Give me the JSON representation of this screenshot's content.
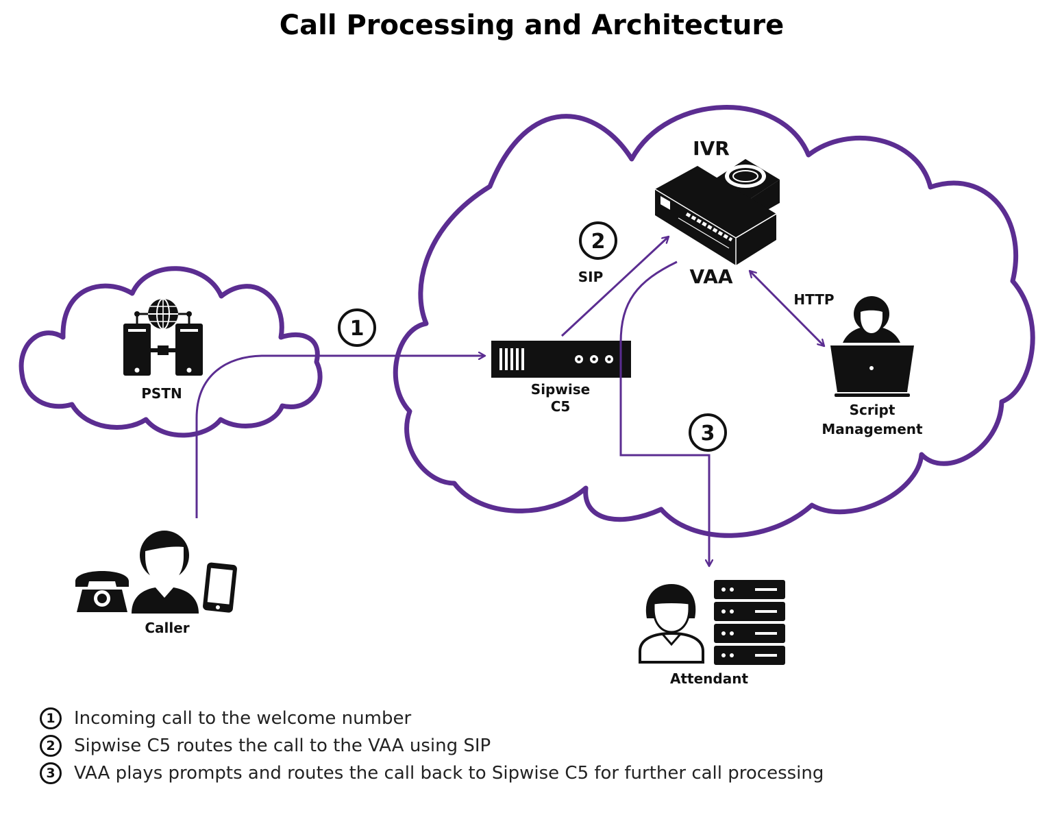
{
  "title": "Call Processing and Architecture",
  "colors": {
    "accent": "#5b2d91",
    "ink": "#111111"
  },
  "nodes": {
    "pstn": {
      "label": "PSTN",
      "icon": "pstn-gateway-icon"
    },
    "sipwise": {
      "label_line1": "Sipwise",
      "label_line2": "C5",
      "icon": "server-rack-icon"
    },
    "ivr": {
      "label": "IVR",
      "icon": "ivr-device-icon"
    },
    "vaa": {
      "label": "VAA"
    },
    "script_management": {
      "label_line1": "Script",
      "label_line2": "Management",
      "icon": "laptop-user-icon"
    },
    "caller": {
      "label": "Caller",
      "icon": "caller-icon"
    },
    "attendant": {
      "label": "Attendant",
      "icon": "attendant-icon"
    }
  },
  "protocols": {
    "sip": "SIP",
    "http": "HTTP"
  },
  "steps": [
    {
      "number": "1",
      "text": "Incoming call to the welcome number"
    },
    {
      "number": "2",
      "text": "Sipwise C5 routes the call to the VAA using SIP"
    },
    {
      "number": "3",
      "text": "VAA plays prompts and routes the call back to Sipwise C5 for further call processing"
    }
  ]
}
